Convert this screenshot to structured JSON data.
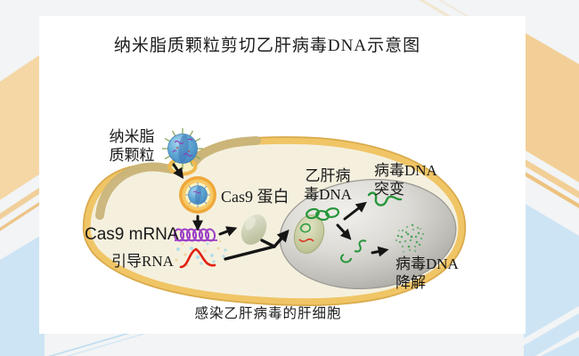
{
  "slide": {
    "title": "纳米脂质颗粒剪切乙肝病毒DNA示意图",
    "caption": "感染乙肝病毒的肝细胞"
  },
  "labels": {
    "nanoparticle": "纳米脂\n质颗粒",
    "cas9_mrna": "Cas9 mRNA",
    "guide_rna": "引导RNA",
    "cas9_protein": "Cas9 蛋白",
    "hbv_dna": "乙肝病\n毒DNA",
    "viral_dna_mutation": "病毒DNA\n突变",
    "viral_dna_degradation": "病毒DNA\n降解"
  },
  "colors": {
    "page_background": "#F2F4F5",
    "ribbon_tan": "#F2CF96",
    "ribbon_blue": "#CDE4F4",
    "cell_membrane": "#EFC463",
    "cell_membrane_shade": "#C9B47A",
    "cytoplasm": "#F5F0DE",
    "nucleus_gray": "#C8C7C1",
    "nanoparticle_blue": "#5FA6D4",
    "endosome_orange": "#F0A83A",
    "mrna_purple": "#9C3EC6",
    "guide_rna_red": "#E02010",
    "viral_dna_green": "#27963B",
    "cas9_protein_olive": "#C3C8A0",
    "arrow_black": "#151515"
  },
  "icons": {
    "nanoparticle-icon": "spiked blue sphere",
    "endosome-icon": "orange ring vesicle",
    "cas9-mrna-icon": "purple coil",
    "guide-rna-icon": "red hairpin curve",
    "cas9-protein-icon": "olive blob",
    "hbv-dna-chain-icon": "green linked circles",
    "mutated-dna-icon": "green squiggle",
    "cleaved-dna-icon": "green broken pieces",
    "degraded-dna-icon": "green speckle cluster"
  }
}
